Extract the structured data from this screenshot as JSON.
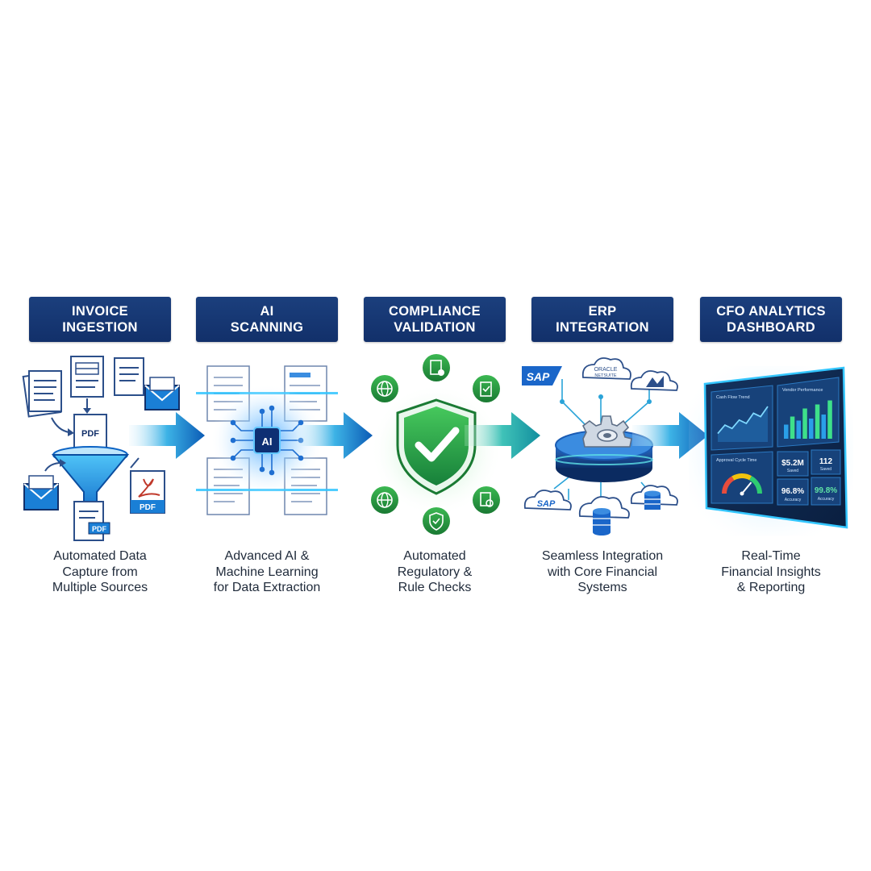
{
  "colors": {
    "header_bg": "#17386f",
    "header_text": "#ffffff",
    "accent_blue": "#1a7fd6",
    "accent_cyan": "#27c4e6",
    "accent_green": "#2bb24c",
    "caption_text": "#1f2a3a"
  },
  "steps": [
    {
      "title_lines": [
        "INVOICE",
        "INGESTION"
      ],
      "caption_lines": [
        "Automated Data",
        "Capture from",
        "Multiple Sources"
      ],
      "icons": [
        "document-stack-icon",
        "funnel-icon",
        "envelope-icon",
        "pdf-file-icon"
      ],
      "doc_labels": {
        "pdf": "PDF"
      }
    },
    {
      "title_lines": [
        "AI",
        "SCANNING"
      ],
      "caption_lines": [
        "Advanced AI &",
        "Machine Learning",
        "for Data Extraction"
      ],
      "icons": [
        "ai-chip-icon",
        "scanned-document-icon"
      ],
      "chip_label": "AI"
    },
    {
      "title_lines": [
        "COMPLIANCE",
        "VALIDATION"
      ],
      "caption_lines": [
        "Automated",
        "Regulatory &",
        "Rule Checks"
      ],
      "icons": [
        "shield-check-icon",
        "globe-icon",
        "document-check-icon",
        "clipboard-icon",
        "search-document-icon"
      ]
    },
    {
      "title_lines": [
        "ERP",
        "INTEGRATION"
      ],
      "caption_lines": [
        "Seamless Integration",
        "with Core Financial",
        "Systems"
      ],
      "icons": [
        "gear-hub-icon",
        "cloud-icon",
        "database-icon"
      ],
      "logos": {
        "sap": "SAP",
        "oracle": "ORACLE",
        "netsuite": "NETSUITE"
      }
    },
    {
      "title_lines": [
        "CFO ANALYTICS",
        "DASHBOARD"
      ],
      "caption_lines": [
        "Real-Time",
        "Financial Insights",
        "& Reporting"
      ],
      "icons": [
        "dashboard-monitor-icon",
        "line-chart-icon",
        "bar-chart-icon",
        "gauge-icon"
      ],
      "dashboard": {
        "panel_cash_flow": "Cash Flow Trend",
        "panel_vendor": "Vendor Performance",
        "panel_approval": "Approval Cycle Time",
        "kpis": [
          {
            "value": "$5.2M",
            "label": "Saved"
          },
          {
            "value": "112",
            "label": "Saved"
          },
          {
            "value": "96.8%",
            "label": "Accuracy"
          },
          {
            "value": "99.8%",
            "label": "Accuracy"
          }
        ],
        "vendor_bars": [
          0.35,
          0.55,
          0.45,
          0.75,
          0.5,
          0.85,
          0.6,
          0.95
        ],
        "cash_trend": [
          0.2,
          0.45,
          0.35,
          0.6,
          0.5,
          0.8,
          0.7,
          1.0
        ],
        "gauge_level": 0.72
      }
    }
  ]
}
